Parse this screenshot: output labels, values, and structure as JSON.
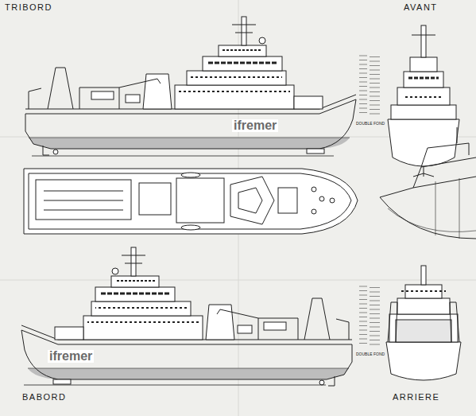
{
  "diagram": {
    "labels": [
      "TRIBORD",
      "AVANT",
      "ifremer",
      "DOUBLE FOND",
      "ifremer",
      "DOUBLE FOND",
      "BABORD",
      "ARRIERE"
    ]
  }
}
